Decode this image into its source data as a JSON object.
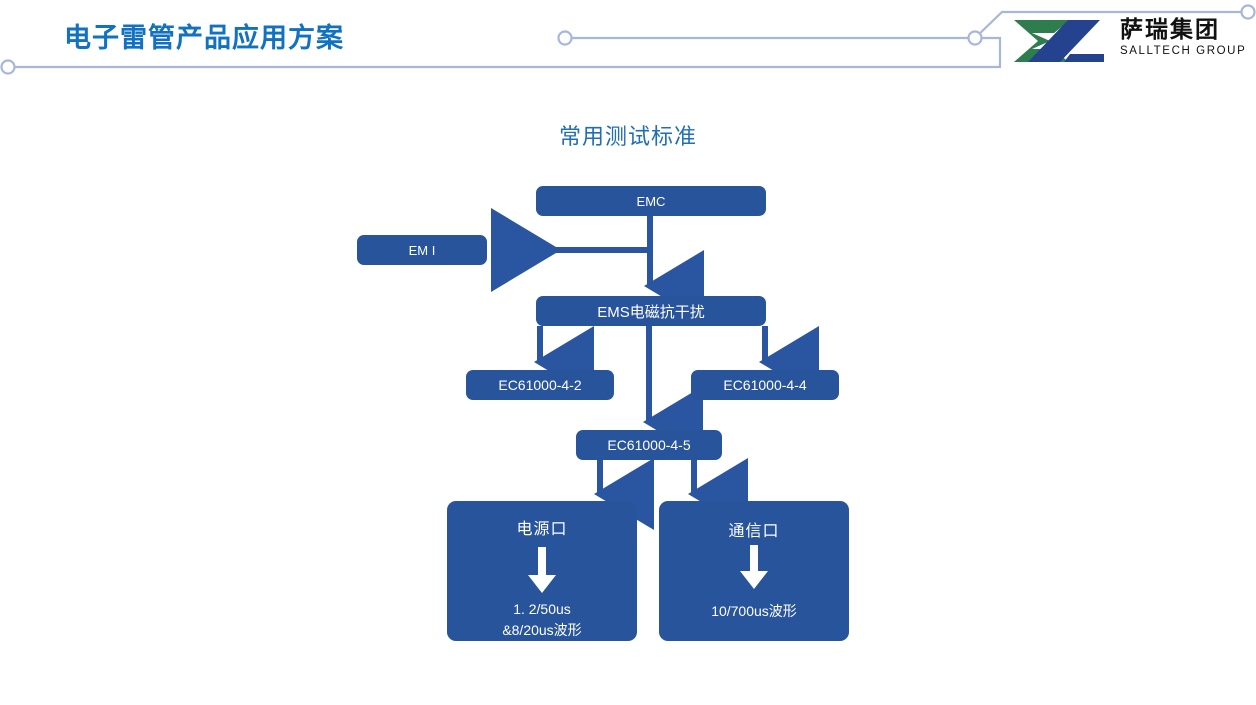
{
  "header": {
    "title": "电子雷管产品应用方案",
    "title_color": "#1072C0",
    "deco_color": "#A8B6DA",
    "logo": {
      "mark_name": "salltech-logo-mark",
      "mark_green": "#2F7D4F",
      "mark_blue": "#24428E",
      "name_cn": "萨瑞集团",
      "name_en": "SALLTECH GROUP"
    }
  },
  "slide": {
    "heading": "常用测试标准",
    "heading_color": "#1F6FB2",
    "node_fill": "#28549B",
    "connector_color": "#2A55A0"
  },
  "diagram": {
    "type": "flowchart",
    "nodes": [
      {
        "id": "emc",
        "label": "EMC"
      },
      {
        "id": "emi",
        "label": "EM I"
      },
      {
        "id": "ems",
        "label": "EMS电磁抗干扰"
      },
      {
        "id": "iec442",
        "label": "EC61000-4-2"
      },
      {
        "id": "iec444",
        "label": "EC61000-4-4"
      },
      {
        "id": "iec445",
        "label": "EC61000-4-5"
      },
      {
        "id": "power",
        "title": "电源口",
        "line1": "1. 2/50us",
        "line2": "&8/20us波形"
      },
      {
        "id": "comm",
        "title": "通信口",
        "line1": "10/700us波形",
        "line2": ""
      }
    ],
    "edges": [
      {
        "from": "emc",
        "to": "emi",
        "direction": "left"
      },
      {
        "from": "emc",
        "to": "ems",
        "direction": "down"
      },
      {
        "from": "ems",
        "to": "iec442",
        "direction": "down"
      },
      {
        "from": "ems",
        "to": "iec444",
        "direction": "down"
      },
      {
        "from": "ems",
        "to": "iec445",
        "direction": "down"
      },
      {
        "from": "iec445",
        "to": "power",
        "direction": "down"
      },
      {
        "from": "iec445",
        "to": "comm",
        "direction": "down"
      }
    ]
  }
}
